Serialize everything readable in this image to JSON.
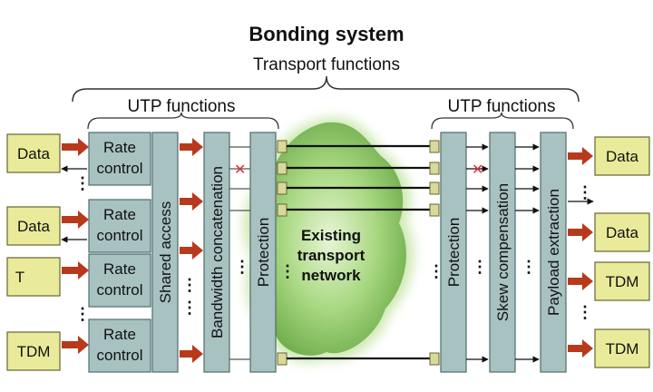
{
  "title": "Bonding system",
  "subtitle": "Transport functions",
  "utp_left": "UTP functions",
  "utp_right": "UTP functions",
  "inputs": [
    "Data",
    "Data",
    "T",
    "TDM"
  ],
  "outputs": [
    "Data",
    "Data",
    "TDM",
    "TDM"
  ],
  "rate_control": {
    "line1": "Rate",
    "line2": "control"
  },
  "blocks": {
    "shared_access": "Shared access",
    "bandwidth_concatenation": "Bandwidth concatenation",
    "protection_left": "Protection",
    "protection_right": "Protection",
    "skew_compensation": "Skew compensation",
    "payload_extraction": "Payload extraction"
  },
  "cloud": {
    "line1": "Existing",
    "line2": "transport",
    "line3": "network"
  },
  "ellipsis": "•••",
  "colors": {
    "io_box": "#e9eb9a",
    "io_border": "#666633",
    "block": "#a8c2c2",
    "block_border": "#4f6b6b",
    "port": "#d8d99a",
    "red_arrow": "#b83a1c",
    "cloud": "#9ccf76",
    "cloud_glow": "#dcefc4"
  }
}
